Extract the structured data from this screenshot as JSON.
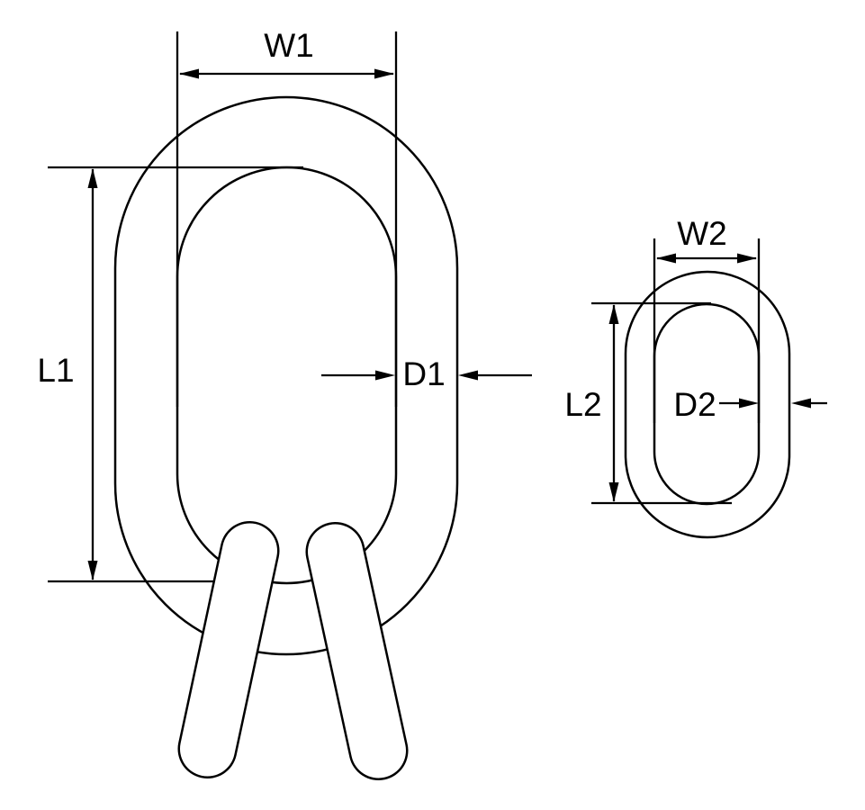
{
  "figure": {
    "colors": {
      "line": "#000000",
      "background": "#ffffff"
    },
    "labels": {
      "w1": "W1",
      "l1": "L1",
      "d1": "D1",
      "w2": "W2",
      "l2": "L2",
      "d2": "D2"
    }
  }
}
